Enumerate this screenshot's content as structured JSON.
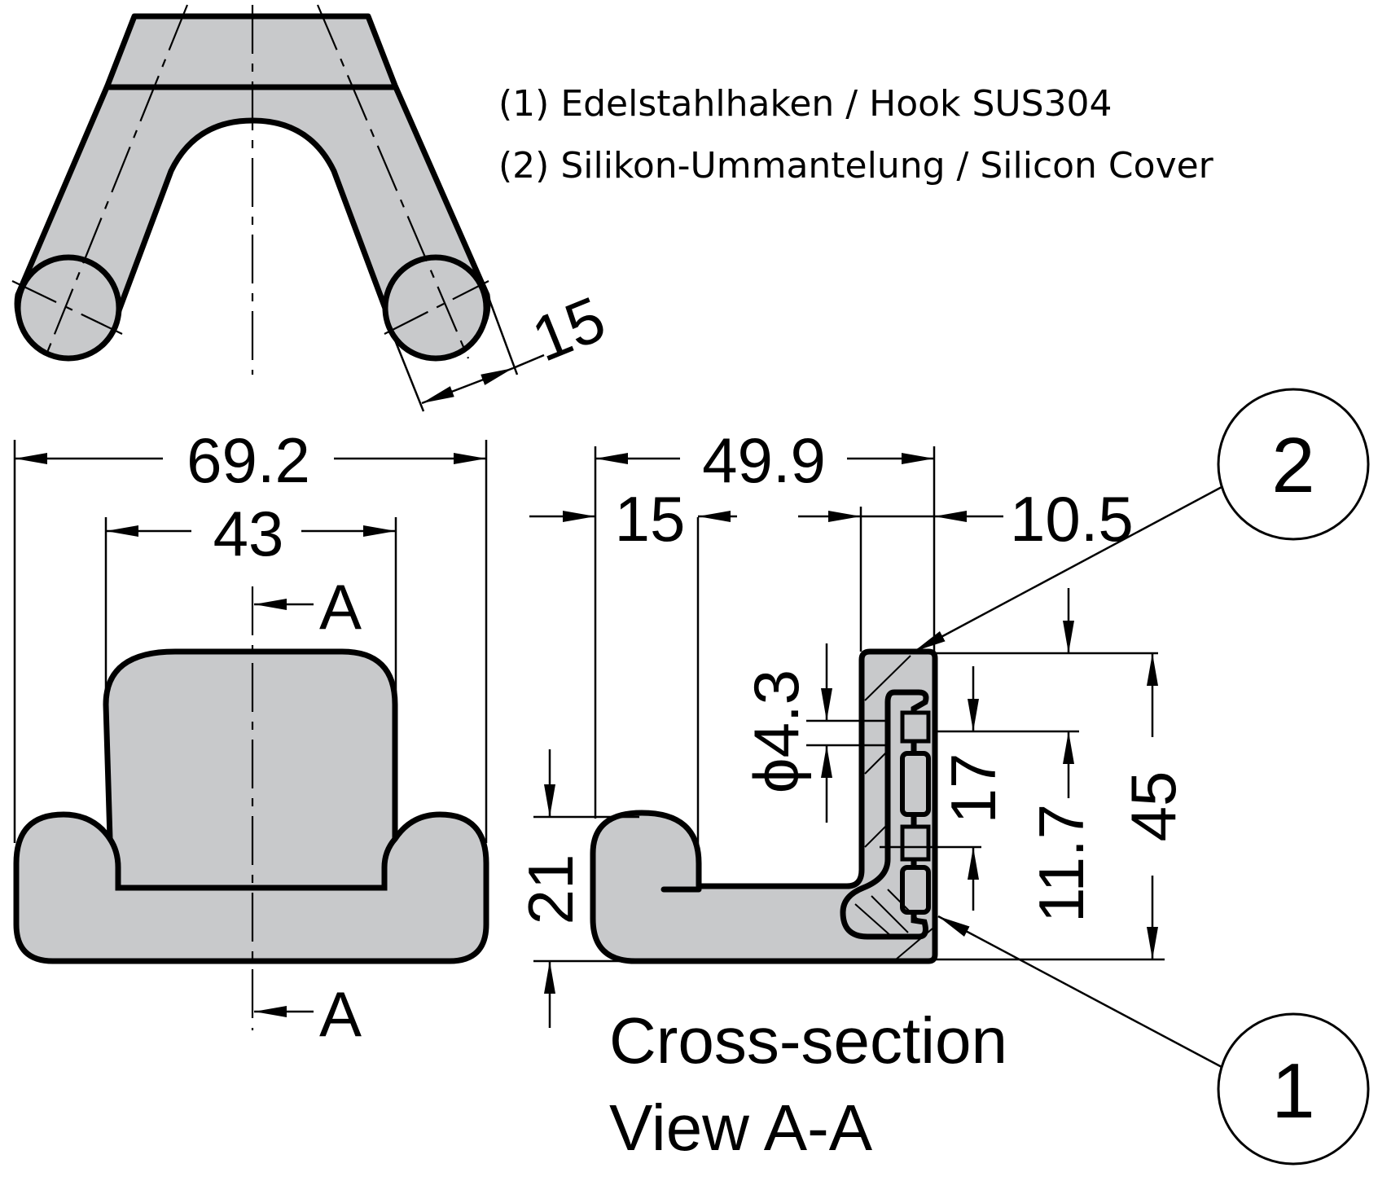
{
  "legend": [
    {
      "id": "1",
      "text": "(1) Edelstahlhaken / Hook SUS304"
    },
    {
      "id": "2",
      "text": "(2) Silikon-Ummantelung / Silicon Cover"
    }
  ],
  "top_view": {
    "dimensions": {
      "rod_diameter": "15"
    }
  },
  "front_view": {
    "dimensions": {
      "overall_width": "69.2",
      "upper_width": "43"
    },
    "section_markers": [
      "A",
      "A"
    ]
  },
  "section_view": {
    "caption_line1": "Cross-section",
    "caption_line2": "View A-A",
    "dimensions": {
      "overall_depth": "49.9",
      "hook_depth": "15",
      "wall_thickness": "10.5",
      "hole_diameter": "ϕ4.3",
      "hole_spacing": "17",
      "hole_offset": "11.7",
      "overall_height": "45",
      "hook_height": "21"
    }
  },
  "balloons": [
    {
      "number": "2",
      "refers_to": "Silicon Cover"
    },
    {
      "number": "1",
      "refers_to": "Hook SUS304"
    }
  ],
  "colors": {
    "part_fill": "#c8c9cb",
    "line": "#000000",
    "background": "#ffffff"
  }
}
